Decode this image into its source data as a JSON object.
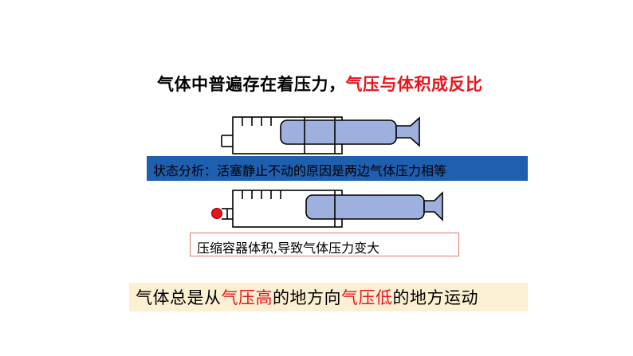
{
  "headline": {
    "part1": "气体中普遍存在着压力，",
    "part2": "气压与体积成反比"
  },
  "state_analysis": "状态分析：活塞静止不动的原因是两边气体压力相等",
  "compress_note": "压缩容器体积,导致气体压力变大",
  "conclusion": {
    "p1": "气体总是从",
    "p2": "气压高",
    "p3": "的地方向",
    "p4": "气压低",
    "p5": "的地方运动"
  },
  "colors": {
    "accent_red": "#e8141c",
    "blue_label": "#1f5fb0",
    "conclusion_bg": "#fcf0d3",
    "plunger_fill": "#9db0de"
  }
}
